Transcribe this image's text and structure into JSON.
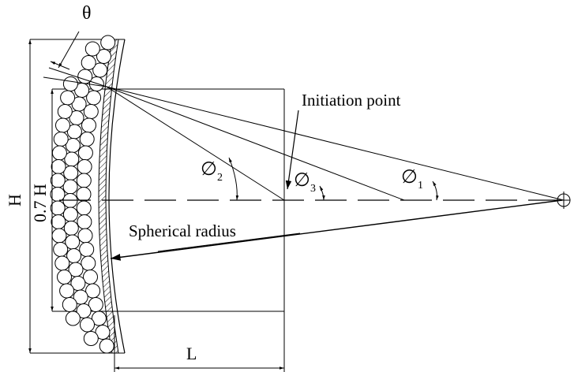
{
  "labels": {
    "theta": "θ",
    "initiation_point": "Initiation point",
    "spherical_radius": "Spherical radius",
    "dim_H": "H",
    "dim_07H": "0.7 H",
    "dim_L": "L",
    "phi_symbol": "∅",
    "phi1_sub": "1",
    "phi2_sub": "2",
    "phi3_sub": "3"
  },
  "colors": {
    "stroke": "#000000",
    "background": "#ffffff"
  }
}
